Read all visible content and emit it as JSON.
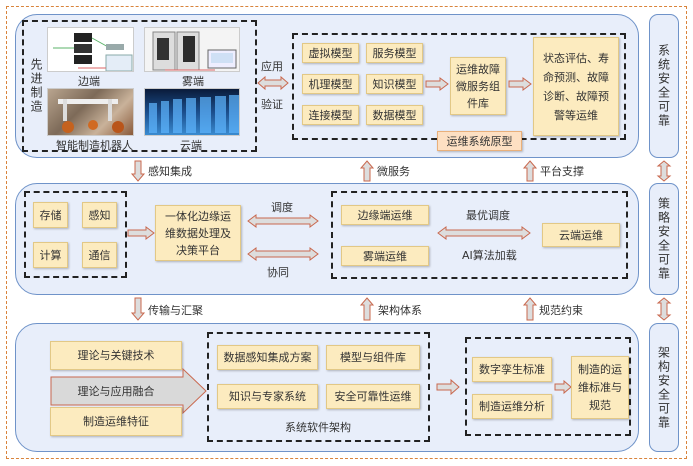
{
  "side_labels": {
    "system": "系统安全可靠",
    "strategy": "策略安全可靠",
    "architecture": "架构安全可靠"
  },
  "top": {
    "manufacturing_label": "先进制造",
    "images": [
      {
        "caption": "边端",
        "icon": "edge-device-image"
      },
      {
        "caption": "雾端",
        "icon": "fog-cabinet-image"
      },
      {
        "caption": "智能制造机器人",
        "icon": "robot-factory-image"
      },
      {
        "caption": "云端",
        "icon": "datacenter-image"
      }
    ],
    "arrow_top": "应用",
    "arrow_bottom": "验证",
    "models": [
      "虚拟模型",
      "服务模型",
      "机理模型",
      "知识模型",
      "连接模型",
      "数据模型"
    ],
    "microservice_lib": "运维故障微服务组件库",
    "outcomes": "状态评估、寿命预测、故障诊断、故障预警等运维",
    "prototype": "运维系统原型"
  },
  "connectors": {
    "perception_integration": "感知集成",
    "microservice": "微服务",
    "platform_support": "平台支撑",
    "transmission": "传输与汇聚",
    "architecture_system": "架构体系",
    "norm_constraint": "规范约束"
  },
  "middle": {
    "capabilities": [
      "存储",
      "感知",
      "计算",
      "通信"
    ],
    "platform": "一体化边缘运维数据处理及决策平台",
    "schedule": "调度",
    "collaborate": "协同",
    "edge_ops": "边缘端运维",
    "fog_ops": "雾端运维",
    "cloud_ops": "云端运维",
    "optimal_schedule": "最优调度",
    "ai_loading": "AI算法加载"
  },
  "bottom": {
    "theory_key_tech": "理论与关键技术",
    "fusion": "理论与应用融合",
    "mfg_ops_features": "制造运维特征",
    "software_items": [
      "数据感知集成方案",
      "模型与组件库",
      "知识与专家系统",
      "安全可靠性运维"
    ],
    "software_arch_label": "系统软件架构",
    "digital_twin_std": "数字孪生标准",
    "mfg_ops_analysis": "制造运维分析",
    "standards": "制造的运维标准与规范"
  },
  "colors": {
    "box_fill": "#fcebbf",
    "panel_fill": "#e8eefa",
    "panel_border": "#6f93c9",
    "arrow_stroke": "#c9684e",
    "arrow_fill": "#dddddd",
    "outer_border": "#d9843c"
  }
}
